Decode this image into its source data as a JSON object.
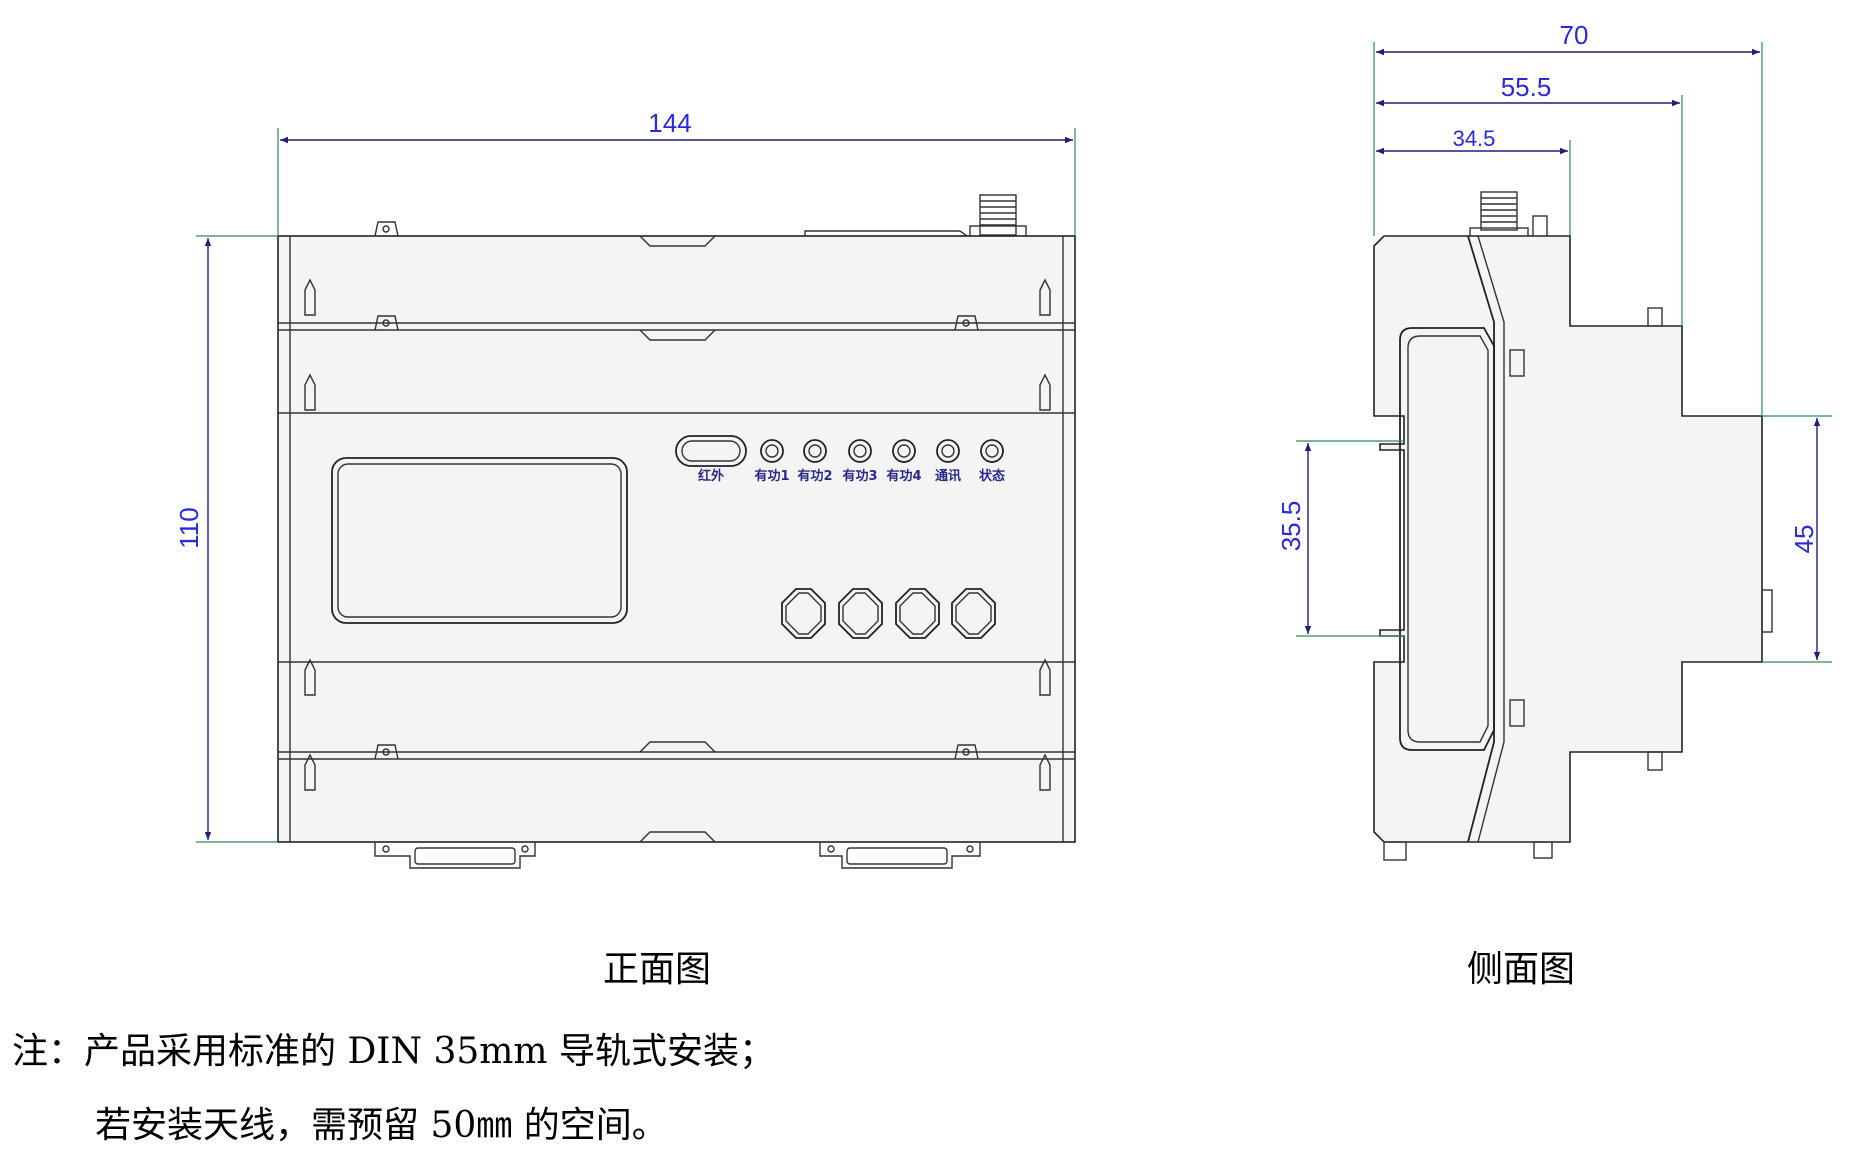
{
  "front_view": {
    "caption": "正面图",
    "dim_width": "144",
    "dim_height": "110",
    "led_labels": [
      "红外",
      "有功1",
      "有功2",
      "有功3",
      "有功4",
      "通讯",
      "状态"
    ]
  },
  "side_view": {
    "caption": "侧面图",
    "dim_70": "70",
    "dim_55_5": "55.5",
    "dim_34_5": "34.5",
    "dim_35_5": "35.5",
    "dim_45": "45"
  },
  "notes": {
    "line1": "注：产品采用标准的 DIN 35mm 导轨式安装；",
    "line2": "若安装天线，需预留 50㎜ 的空间。"
  },
  "colors": {
    "dimension": "#2a2ad8",
    "extension": "#2e8b57",
    "outline": "#222222"
  }
}
